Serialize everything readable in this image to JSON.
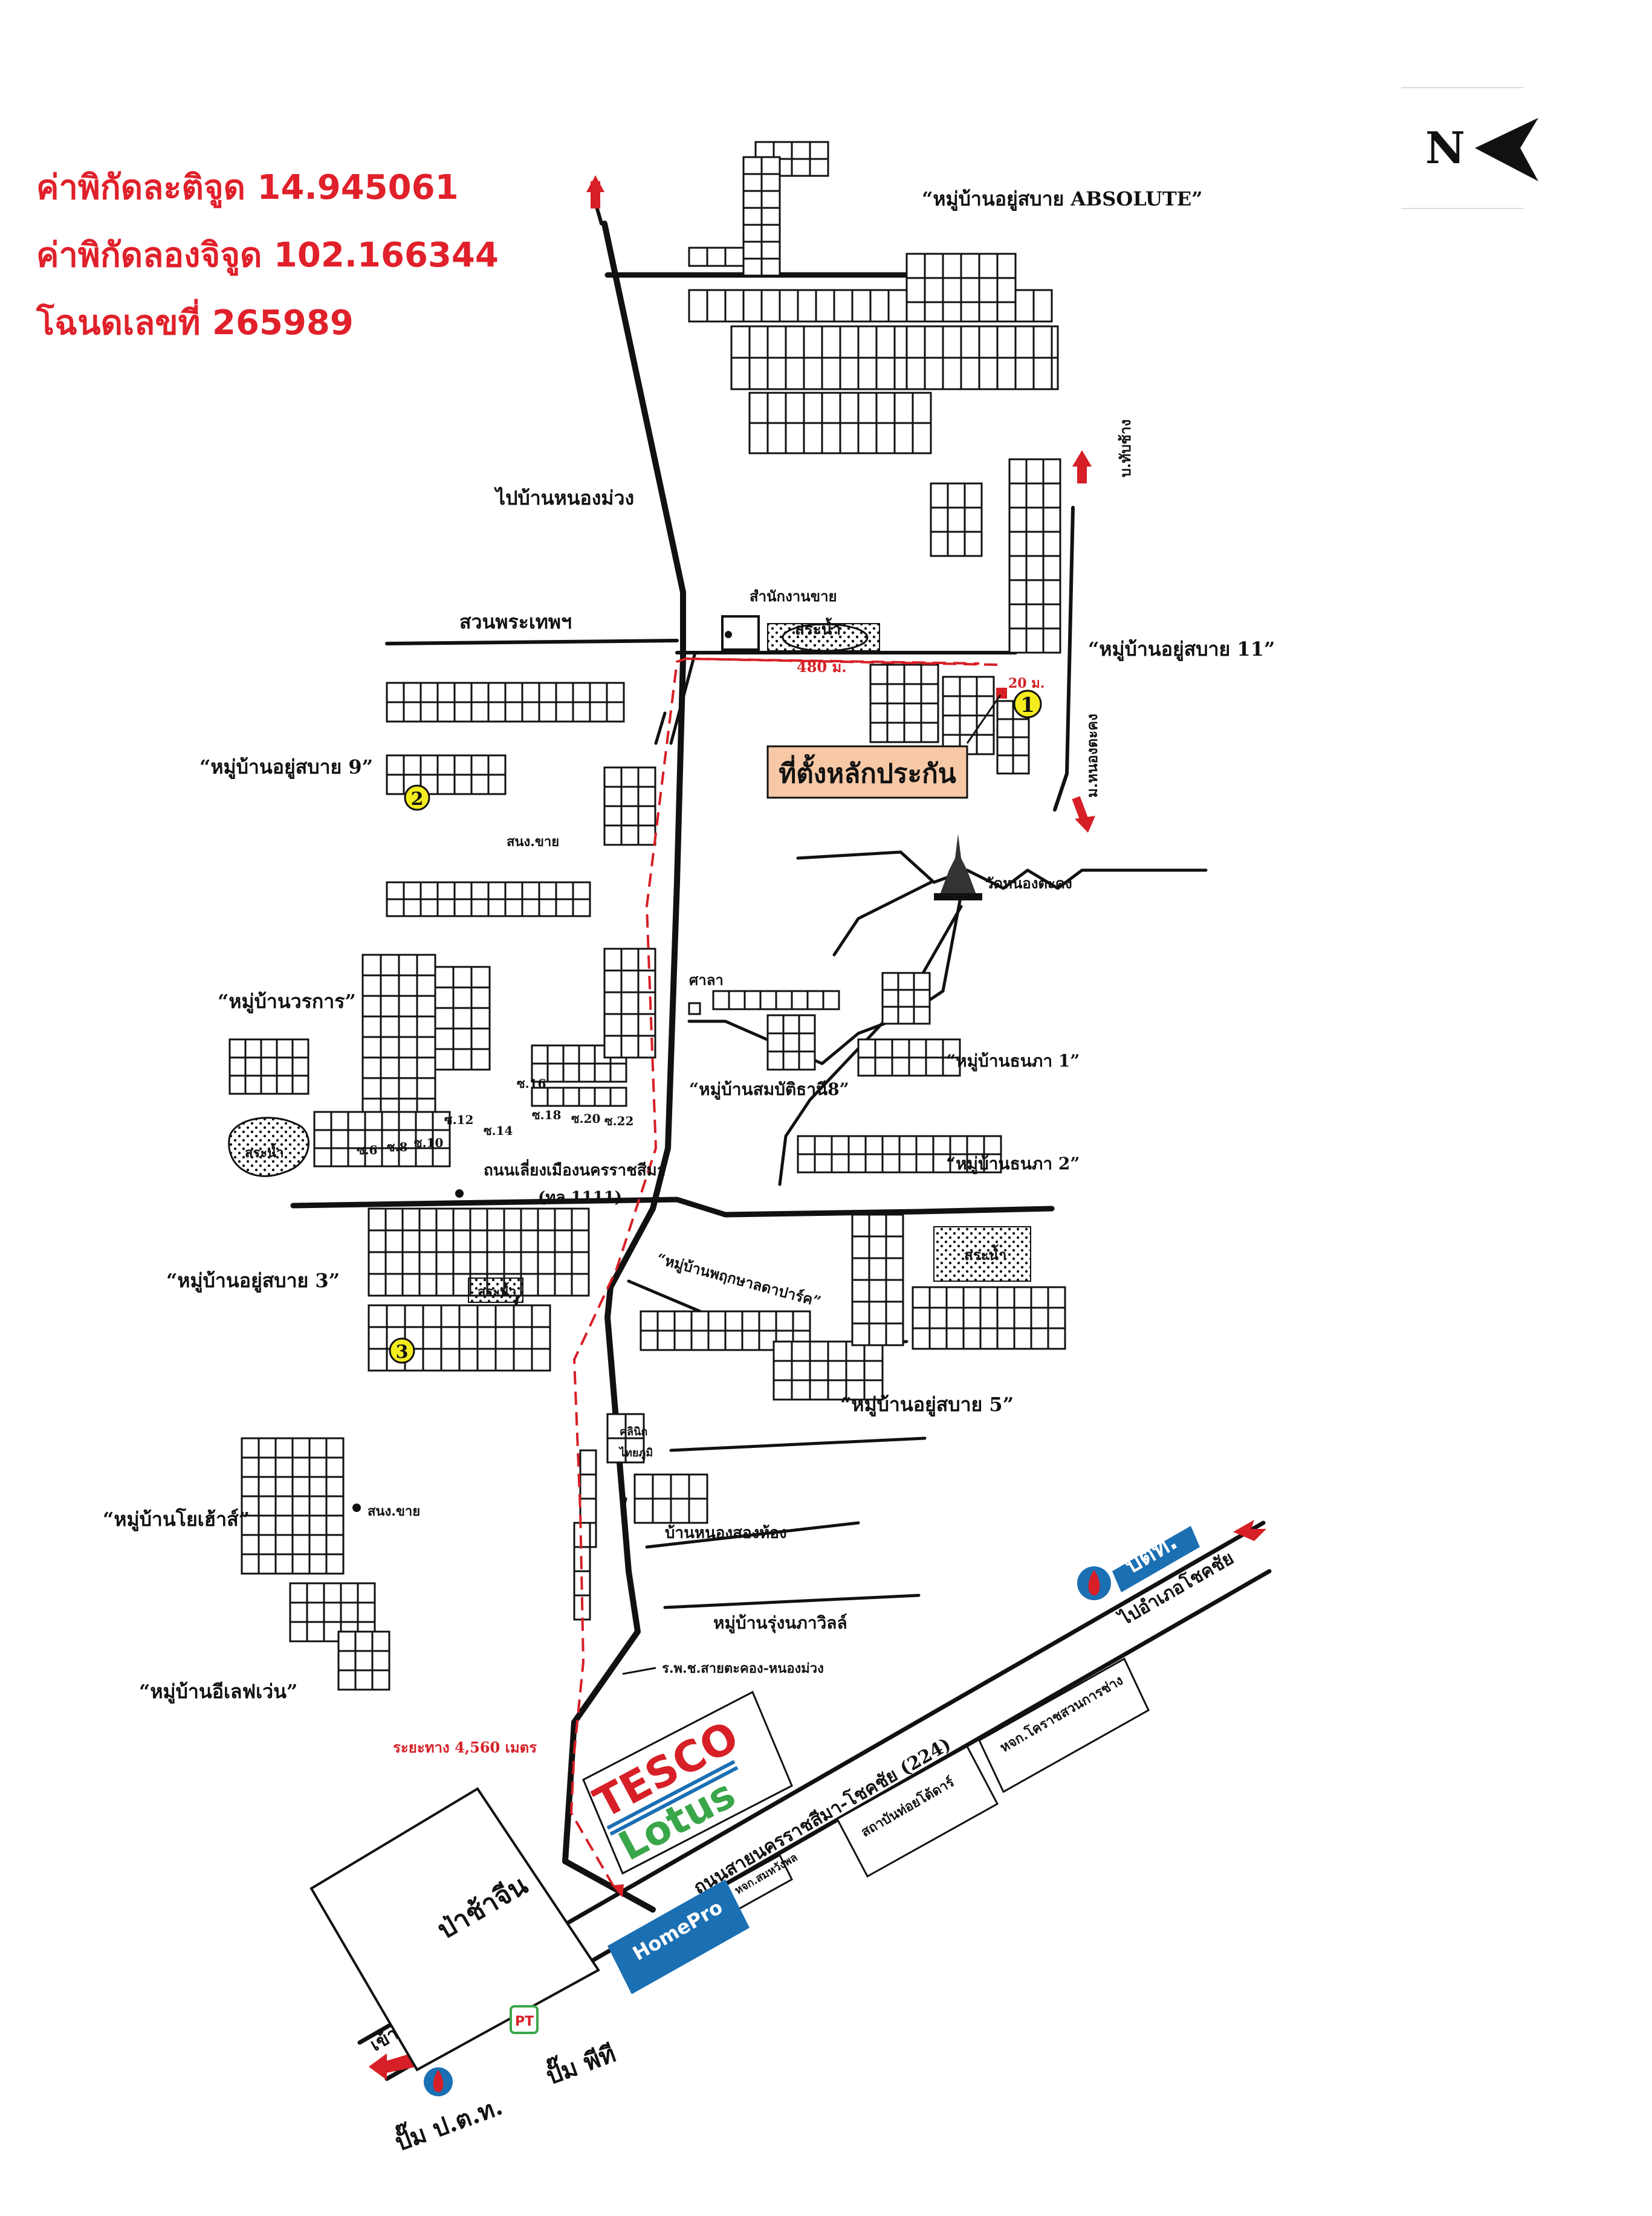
{
  "header": {
    "lat_label": "ค่าพิกัดละติจูด",
    "lat_value": "14.945061",
    "lon_label": "ค่าพิกัดลองจิจูด",
    "lon_value": "102.166344",
    "deed_label": "โฉนดเลขที่",
    "deed_value": "265989"
  },
  "north_arrow": {
    "letter": "N",
    "icon": "north-arrow-icon"
  },
  "villages": {
    "absolute": "“หมู่บ้านอยู่สบาย ABSOLUTE”",
    "sabai11": "“หมู่บ้านอยู่สบาย 11”",
    "sabai9": "“หมู่บ้านอยู่สบาย 9”",
    "worakarn": "“หมู่บ้านวรการ”",
    "sombat8": "“หมู่บ้านสมบัติธานี8”",
    "thanapa1": "“หมู่บ้านธนภา 1”",
    "thanapa2": "“หมู่บ้านธนภา 2”",
    "sabai3": "“หมู่บ้านอยู่สบาย 3”",
    "parkpark": "“หมู่บ้านพฤกษาลดาปาร์ค”",
    "sabai5": "“หมู่บ้านอยู่สบาย 5”",
    "yohas": "“หมู่บ้านโยเฮ้าส์”",
    "eleven": "“หมู่บ้านอีเลฟเว่น”",
    "rungnapa": "หมู่บ้านรุ่งนภาวิลล์",
    "nongsong": "บ้านหนองสองห้อง"
  },
  "places": {
    "to_nongmuang": "ไปบ้านหนองม่วง",
    "suan_phra": "สวนพระเทพฯ",
    "sales_office": "สำนักงานขาย",
    "pond": "สระน้ำ",
    "pond2": "สระน้ำ",
    "pond3": "สระน้ำ",
    "pond4": "สระน้ำ",
    "dist_480": "480 ม.",
    "dist_20": "20 ม.",
    "collateral": "ที่ตั้งหลักประกัน",
    "to_tapchang": "บ.ทับช้าง",
    "nongtakong_road": "ม.หนองตะคง",
    "temple": "วัดหนองตะคง",
    "sala": "ศาลา",
    "sale_kor": "สนง.ขาย",
    "sale_kor2": "สนง.ขาย",
    "bypass": "ถนนเลี่ยงเมืองนครราชสีมา",
    "route_no": "(ทล.1111)",
    "soi16": "ซ.16",
    "soi18": "ซ.18",
    "soi20": "ซ.20",
    "soi22": "ซ.22",
    "soi6": "ซ.6",
    "soi8": "ซ.8",
    "soi10": "ซ.10",
    "soi12": "ซ.12",
    "soi14": "ซ.14",
    "clinic": "คลินิก",
    "thaiphan": "ไทยภูมิ",
    "hospital": "ร.พ.ช.สายตะคอง-หนองม่วง",
    "distance_total": "ระยะทาง 4,560 เมตร",
    "highway": "ถนนสายนครราชสีมา-โชคชัย (224)",
    "to_chokchai": "ไปอำเภอโชคชัย",
    "to_korat": "เข้าเมืองนครราชสีมา",
    "forest": "ป่าช้าจีน",
    "shop1": "หจก.สมหวังพล",
    "shop2": "สถาบันท่อยโต้ดาร์",
    "shop3": "หจก.โคราชสวนการช่าง",
    "ptt_label": "ปั๊ม ป.ต.ท.",
    "pt_label": "ปั๊ม พีที",
    "ptt_brand": "ปตท.",
    "pt_brand": "PT",
    "tesco": "TESCO",
    "lotus": "Lotus",
    "homepro": "HomePro",
    "marker1": "1",
    "marker2": "2",
    "marker3": "3"
  },
  "colors": {
    "accent_red": "#d61f26",
    "callout_fill": "#f6c8a6",
    "marker_yellow": "#f4ec1f",
    "homepro_blue": "#1b6fb3"
  }
}
